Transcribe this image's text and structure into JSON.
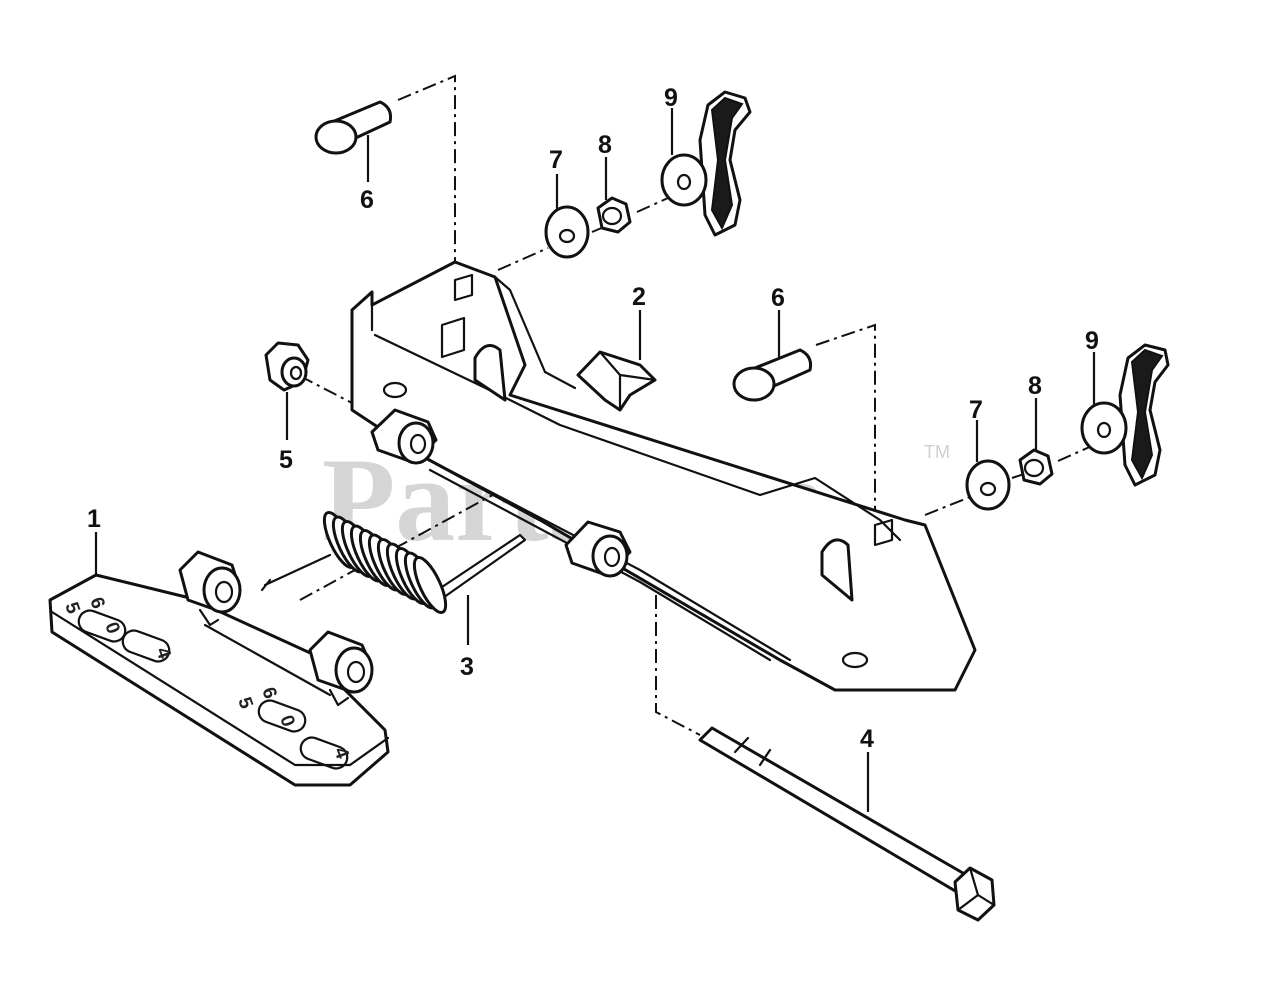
{
  "diagram": {
    "watermark": "PartsTree",
    "trademark": "TM",
    "callouts": [
      "1",
      "2",
      "3",
      "4",
      "5",
      "6",
      "6",
      "7",
      "7",
      "8",
      "8",
      "9",
      "9"
    ],
    "plate_stamps": [
      "6",
      "5",
      "0",
      "4",
      "6",
      "5",
      "0",
      "4"
    ]
  }
}
